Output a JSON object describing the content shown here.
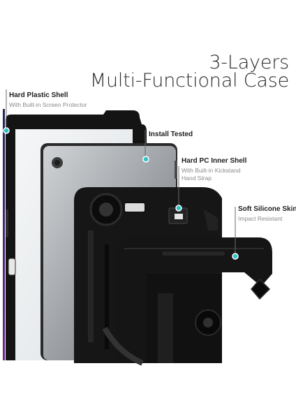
{
  "heading": {
    "line1": "3-Layers",
    "line2": "Multi-Functional Case"
  },
  "callouts": [
    {
      "title": "Hard Plastic Shell",
      "subtitle": "With Built-in Screen Protector"
    },
    {
      "title": "Install Tested"
    },
    {
      "title": "Hard PC Inner Shell",
      "subtitle": "With Built-in Kickstand",
      "subtitle2": "Hand Strap"
    },
    {
      "title": "Soft Silicone Skin",
      "subtitle": "Impact Resistant"
    }
  ],
  "colors": {
    "accent_dot": "#2ec4c6",
    "case_black": "#141414",
    "text_dark": "#1e1e1e",
    "text_grey": "#8a8a8a"
  }
}
